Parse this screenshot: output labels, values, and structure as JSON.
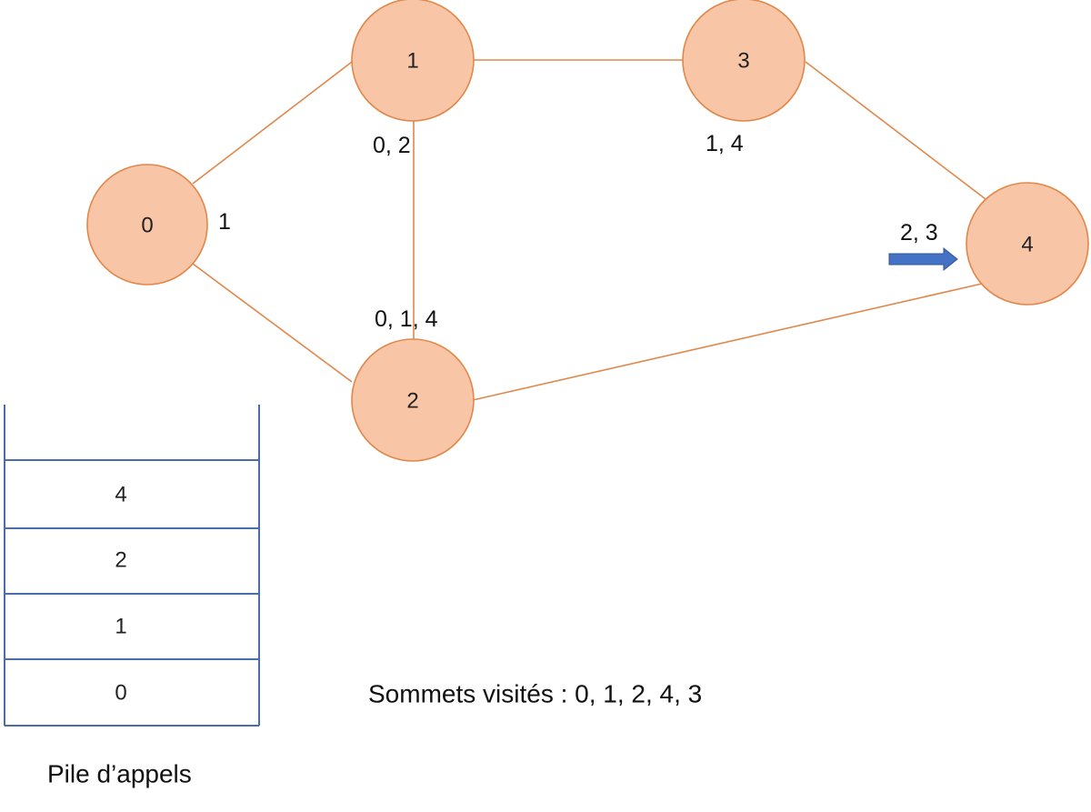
{
  "graph": {
    "nodes": [
      {
        "id": "0",
        "label": "0"
      },
      {
        "id": "1",
        "label": "1"
      },
      {
        "id": "3",
        "label": "3"
      },
      {
        "id": "4",
        "label": "4"
      },
      {
        "id": "2",
        "label": "2"
      }
    ],
    "edges": [
      [
        "0",
        "1"
      ],
      [
        "0",
        "2"
      ],
      [
        "1",
        "3"
      ],
      [
        "1",
        "2"
      ],
      [
        "3",
        "4"
      ],
      [
        "2",
        "4"
      ]
    ],
    "adjacency_labels": {
      "node0": "1",
      "node1": "0, 2",
      "node3": "1, 4",
      "node4": "2, 3",
      "node2": "0, 1, 4"
    },
    "current_pointer": {
      "icon": "right-arrow-icon",
      "color": "#4472c4"
    }
  },
  "stack": {
    "cells": [
      "4",
      "2",
      "1",
      "0"
    ],
    "caption": "Pile d’appels"
  },
  "visited": {
    "text": "Sommets visités : 0, 1, 2, 4, 3"
  },
  "colors": {
    "node_fill": "#f8c6a6",
    "node_stroke": "#e0874a",
    "edge": "#e0874a",
    "stack_border": "#4a6ea8",
    "arrow": "#4472c4"
  }
}
